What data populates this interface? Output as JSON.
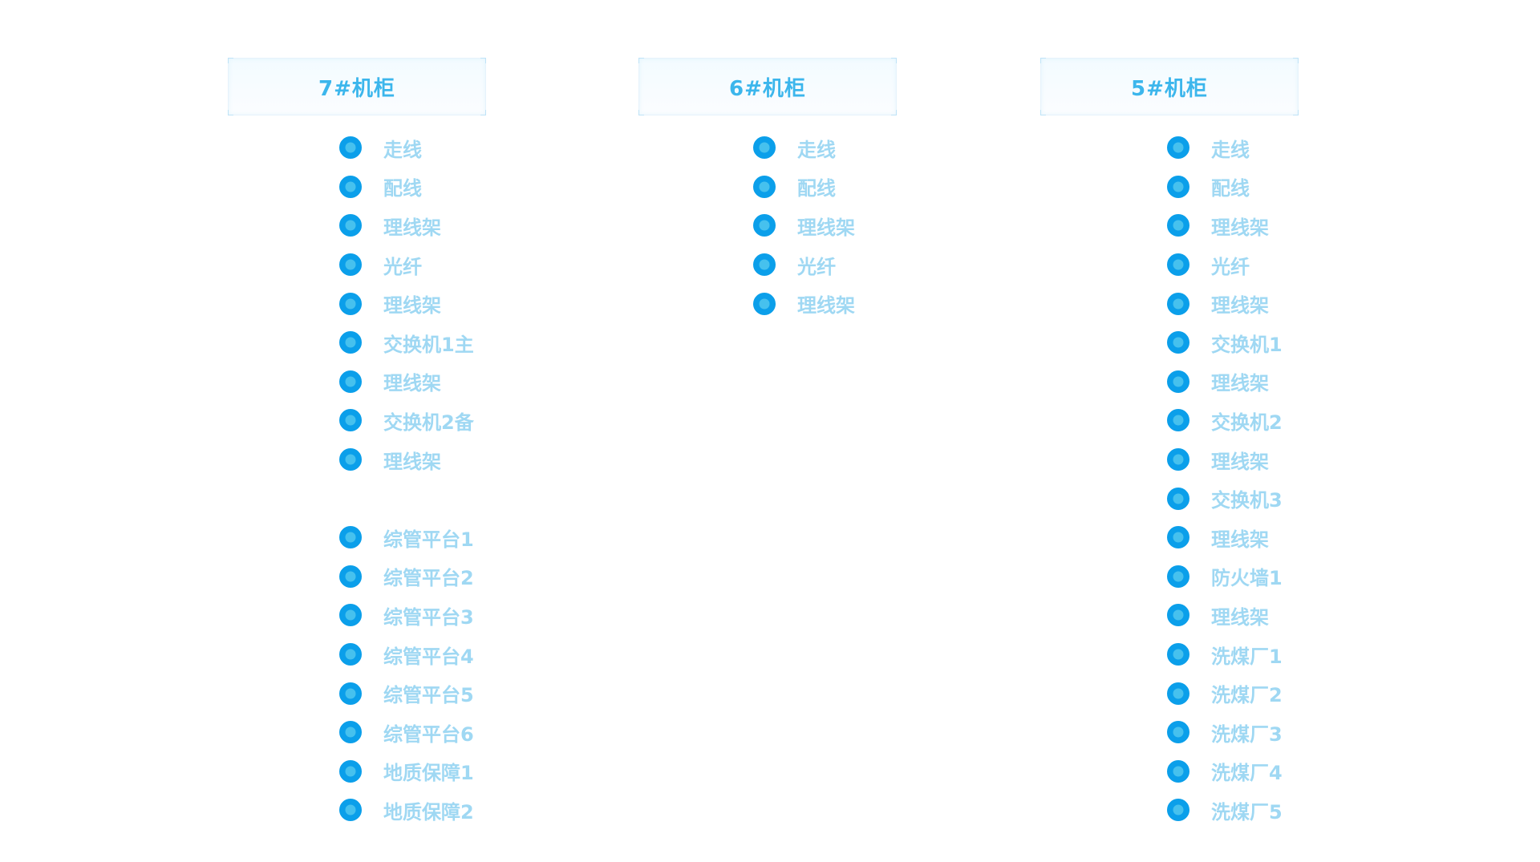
{
  "colors": {
    "title": "#3cb6ec",
    "label": "#9fd8f3",
    "dot_outer": "#0b9fea",
    "dot_inner": "#46c1ee",
    "header_bg": "#f3fbff"
  },
  "cabinets": [
    {
      "title": "7#机柜",
      "items": [
        "走线",
        "配线",
        "理线架",
        "光纤",
        "理线架",
        "交换机1主",
        "理线架",
        "交换机2备",
        "理线架",
        "综管平台1",
        "综管平台2",
        "综管平台3",
        "综管平台4",
        "综管平台5",
        "综管平台6",
        "地质保障1",
        "地质保障2"
      ]
    },
    {
      "title": "6#机柜",
      "items": [
        "走线",
        "配线",
        "理线架",
        "光纤",
        "理线架"
      ]
    },
    {
      "title": "5#机柜",
      "items": [
        "走线",
        "配线",
        "理线架",
        "光纤",
        "理线架",
        "交换机1",
        "理线架",
        "交换机2",
        "理线架",
        "交换机3",
        "理线架",
        "防火墙1",
        "理线架",
        "洗煤厂1",
        "洗煤厂2",
        "洗煤厂3",
        "洗煤厂4",
        "洗煤厂5"
      ]
    }
  ]
}
